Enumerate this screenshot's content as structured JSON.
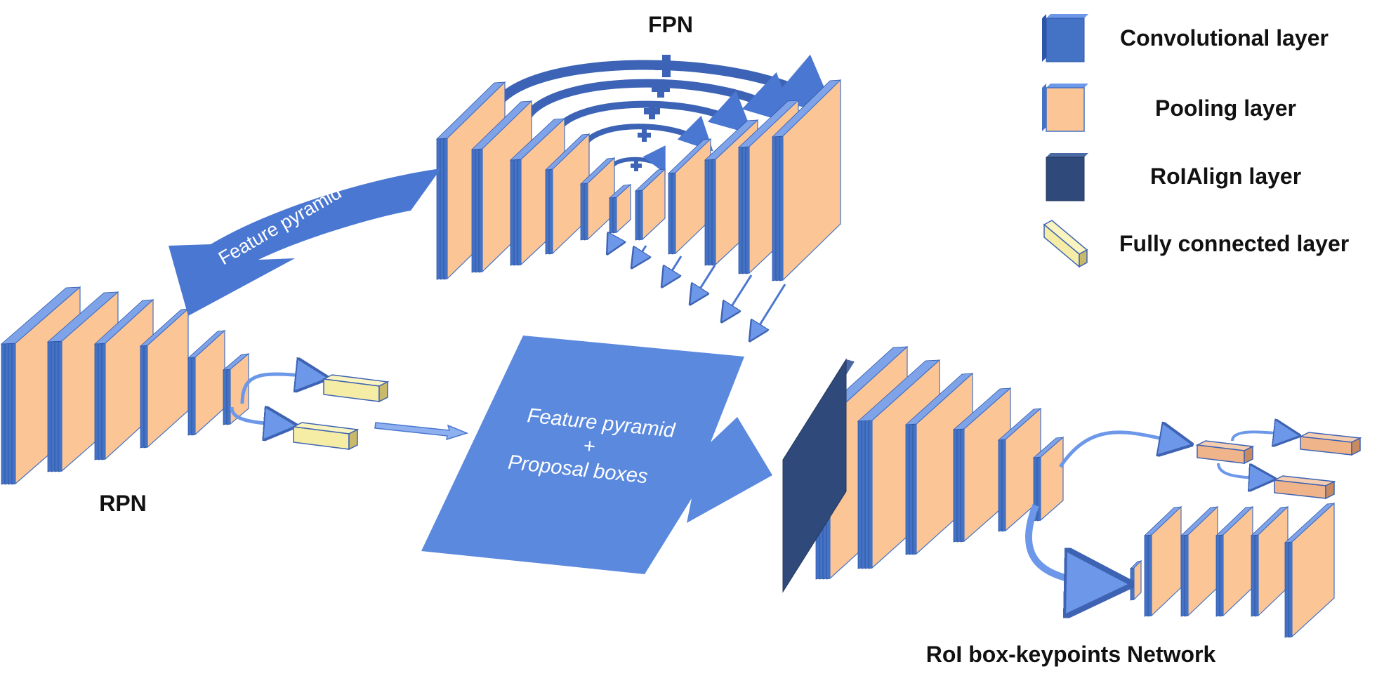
{
  "titles": {
    "fpn": "FPN",
    "rpn": "RPN",
    "roi": "RoI box-keypoints Network"
  },
  "legend": {
    "conv": "Convolutional layer",
    "pool": "Pooling layer",
    "roialign": "RoIAlign layer",
    "fc": "Fully connected layer"
  },
  "labels": {
    "feature_pyramid_arrow": "Feature pyramid",
    "center_box_line1": "Feature pyramid",
    "center_box_line2": "+",
    "center_box_line3": "Proposal boxes"
  },
  "colors": {
    "conv": "#4472c4",
    "pool": "#fcc596",
    "roialign": "#2f4a7a",
    "fc": "#f5eda6",
    "big_arrow": "#4a77d1",
    "center_box": "#5b89de"
  }
}
